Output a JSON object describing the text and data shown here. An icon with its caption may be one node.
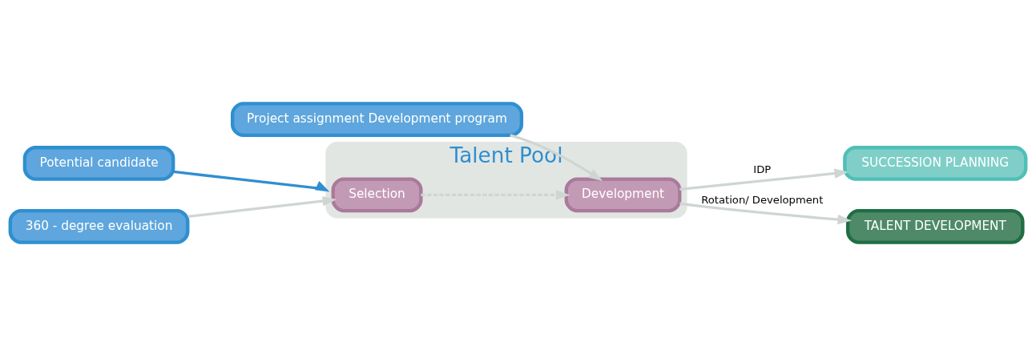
{
  "diagram": {
    "nodes": [
      {
        "text": [
          "Talent Pool"
        ]
      },
      {
        "text": [
          "Selection"
        ],
        "in": 0
      },
      {
        "text": [
          "Development"
        ],
        "in": 0
      },
      {
        "text": [
          "Potential candidate"
        ]
      },
      {
        "text": [
          "360 - degree evaluation"
        ]
      },
      {
        "text": [
          "Project assignment Development program"
        ]
      },
      {
        "text": [
          "SUCCESSION PLANNING"
        ]
      },
      {
        "text": [
          "TALENT DEVELOPMENT"
        ]
      }
    ],
    "edges": [
      {
        "from": 3,
        "to": 0,
        "arrow": "to",
        "color": "#2f8fd0"
      },
      {
        "from": 1,
        "to": 2,
        "arrow": "to",
        "style": "dashed"
      },
      {
        "from": 4,
        "to": 1,
        "arrow": "to"
      },
      {
        "from": 5,
        "to": 2,
        "arrow": "to"
      },
      {
        "from": 2,
        "to": 6,
        "arrow": "to",
        "label": "IDP"
      },
      {
        "from": 2,
        "to": 7,
        "arrow": "to",
        "label": "Rotation/ Development"
      }
    ]
  }
}
